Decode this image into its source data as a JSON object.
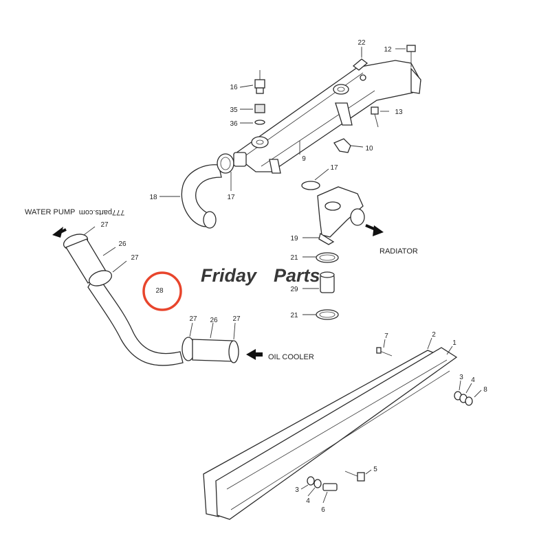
{
  "watermark": {
    "text_a": "Friday",
    "text_b": "Parts",
    "color_a": "#8aa6d6",
    "color_b": "#f0a030",
    "mirrored_text": "777parts.com"
  },
  "directions": {
    "water_pump": "WATER PUMP",
    "radiator": "RADIATOR",
    "oil_cooler": "OIL COOLER"
  },
  "highlight": {
    "part": "28",
    "color": "#e8452c"
  },
  "callouts": {
    "c22": "22",
    "c12": "12",
    "c16": "16",
    "c35": "35",
    "c36": "36",
    "c13": "13",
    "c9": "9",
    "c10": "10",
    "c18": "18",
    "c17a": "17",
    "c17b": "17",
    "c19": "19",
    "c21a": "21",
    "c29": "29",
    "c21b": "21",
    "c27a": "27",
    "c26a": "26",
    "c27b": "27",
    "c28": "28",
    "c27c": "27",
    "c26b": "26",
    "c27d": "27",
    "c7": "7",
    "c2": "2",
    "c1": "1",
    "c3a": "3",
    "c4a": "4",
    "c8": "8",
    "c5": "5",
    "c3b": "3",
    "c4b": "4",
    "c6": "6"
  }
}
